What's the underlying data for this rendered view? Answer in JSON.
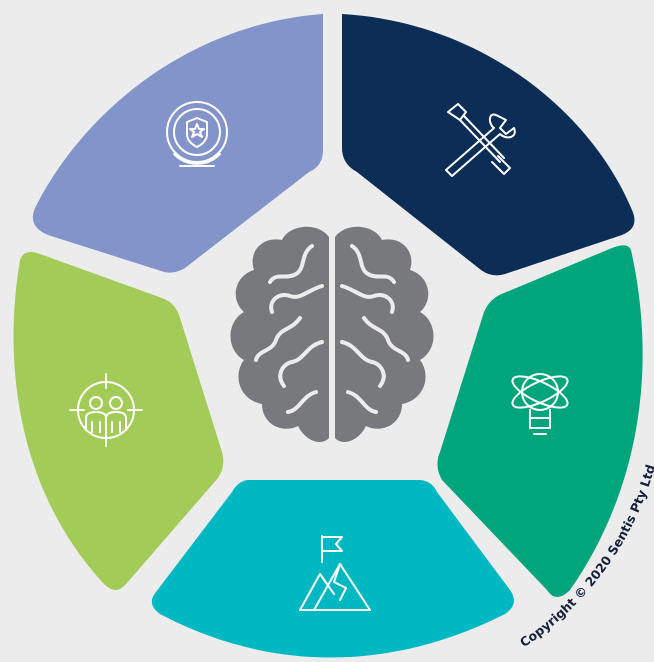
{
  "diagram": {
    "background": "#ececec",
    "center": {
      "icon": "brain-icon",
      "color": "#77797c"
    },
    "segments": [
      {
        "key": "top-left",
        "icon": "globe-badge-icon",
        "color": "#8294c9"
      },
      {
        "key": "top-right",
        "icon": "tools-icon",
        "color": "#0c2d56"
      },
      {
        "key": "right",
        "icon": "lightbulb-orbit-icon",
        "color": "#00a57b"
      },
      {
        "key": "bottom",
        "icon": "mountain-flag-icon",
        "color": "#00b8c2"
      },
      {
        "key": "left",
        "icon": "team-target-icon",
        "color": "#a3cb57"
      }
    ],
    "copyright": "Copyright © 2020 Sentis Pty Ltd.",
    "copyright_color": "#17203b"
  }
}
